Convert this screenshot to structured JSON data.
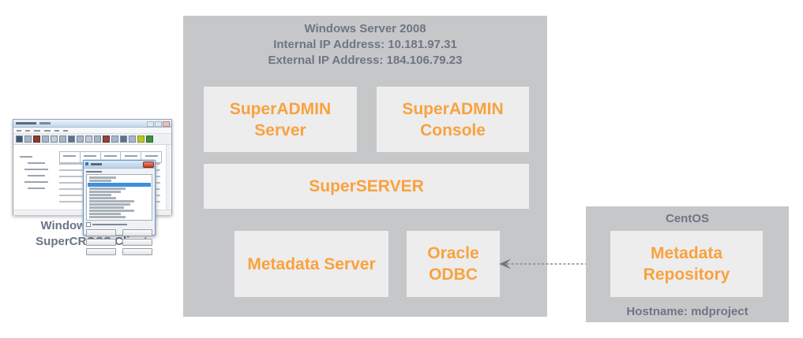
{
  "diagram": {
    "client": {
      "caption_line1": "Windows Desktop",
      "caption_line2": "SuperCROSS Client"
    },
    "windows_server": {
      "title": "Windows Server 2008",
      "internal_ip": "Internal IP Address: 10.181.97.31",
      "external_ip": "External IP Address: 184.106.79.23",
      "superadmin_server_label": "SuperADMIN\nServer",
      "superadmin_console_label": "SuperADMIN\nConsole",
      "superserver_label": "SuperSERVER",
      "metadata_server_label": "Metadata Server",
      "oracle_odbc_label": "Oracle\nODBC"
    },
    "centos": {
      "title": "CentOS",
      "metadata_repository_label": "Metadata\nRepository",
      "hostname": "Hostname: mdproject"
    },
    "colors": {
      "panel_gray": "#c6c7c9",
      "component_bg": "#ededee",
      "component_text_orange": "#f9a23d",
      "label_slate": "#6d7683",
      "arrow_gray": "#85888b"
    }
  }
}
